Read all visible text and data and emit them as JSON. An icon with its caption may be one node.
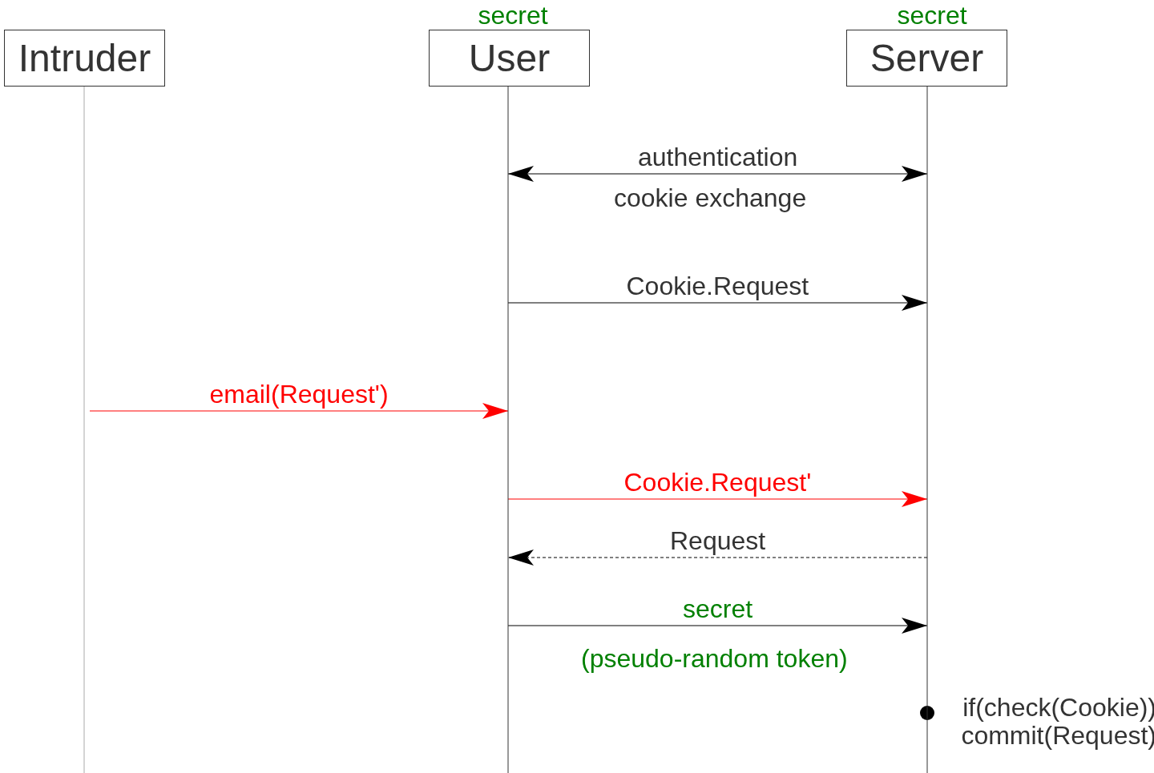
{
  "diagram": {
    "nodes": [
      {
        "text": [
          "Intruder"
        ]
      },
      {
        "text": [
          "User"
        ],
        "beside": [
          "secret"
        ]
      },
      {
        "text": [
          "Server"
        ],
        "beside": [
          "secret"
        ]
      }
    ],
    "edges": [
      {
        "from": 1,
        "to": 2,
        "arrow": "both",
        "label": "authentication"
      },
      {
        "from": 1,
        "to": 2,
        "arrow": "to",
        "label": "Cookie.Request"
      },
      {
        "from": 0,
        "to": 1,
        "arrow": "to",
        "label": "email(Request')",
        "color": "#ff0000"
      },
      {
        "from": 1,
        "to": 2,
        "arrow": "to",
        "label": "Cookie.Request'",
        "color": "#ff0000"
      },
      {
        "from": 2,
        "to": 1,
        "arrow": "to",
        "label": "Request",
        "style": "dashed"
      },
      {
        "from": 1,
        "to": 2,
        "arrow": "to",
        "label": "secret"
      }
    ],
    "labels": [
      "cookie exchange",
      "(pseudo-random token)",
      "if(check(Cookie)) commit(Request)"
    ]
  }
}
